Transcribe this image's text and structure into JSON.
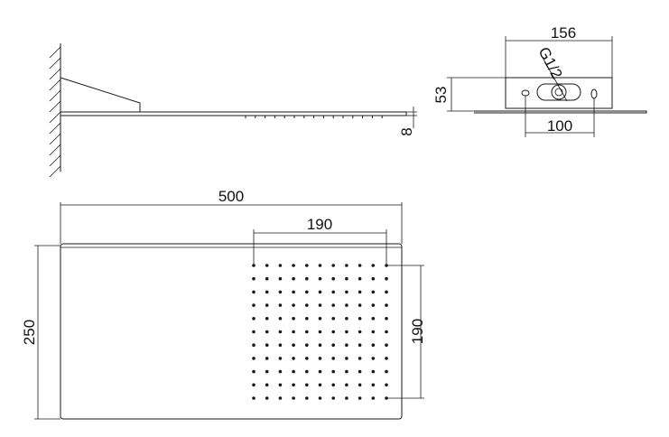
{
  "dimensions": {
    "side_thickness": "8",
    "bracket_width": "156",
    "bracket_height": "53",
    "thread": "G1/2",
    "hole_spacing": "100",
    "plate_length": "500",
    "plate_width": "250",
    "nozzle_field_width": "190",
    "nozzle_field_height": "190"
  },
  "nozzles": {
    "columns": 11,
    "rows": 11
  },
  "colors": {
    "line": "#1a1a1a",
    "background": "#ffffff"
  }
}
